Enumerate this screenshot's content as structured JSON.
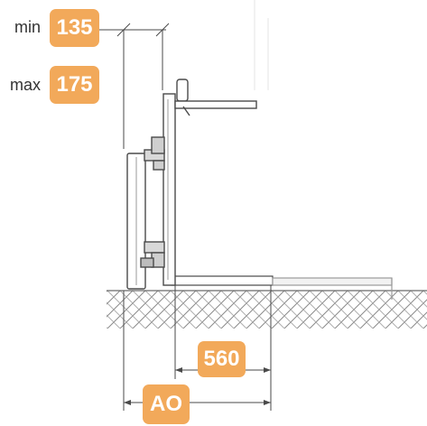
{
  "dimensions": {
    "min": {
      "label": "min",
      "value": "135"
    },
    "max": {
      "label": "max",
      "value": "175"
    },
    "depth": {
      "value": "560"
    },
    "overall": {
      "value": "AO"
    }
  },
  "colors": {
    "badge": "#f2a95a",
    "badge_text": "#ffffff",
    "line": "#4a4a4a",
    "label_text": "#333333"
  }
}
